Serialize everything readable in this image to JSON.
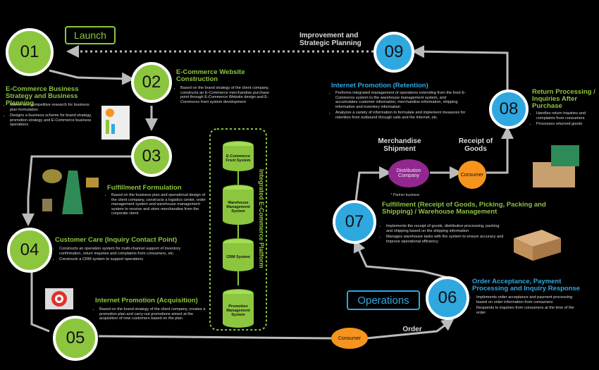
{
  "labels": {
    "launch": "Launch",
    "operations": "Operations",
    "improvement": "Improvement and Strategic Planning",
    "integrated": "Integrated E-Commerce Platform",
    "order": "Order",
    "merch_shipment": "Merchandise Shipment",
    "receipt": "Receipt of Goods",
    "partner": "* Partner business"
  },
  "nodes": {
    "n01": "01",
    "n02": "02",
    "n03": "03",
    "n04": "04",
    "n05": "05",
    "n06": "06",
    "n07": "07",
    "n08": "08",
    "n09": "09"
  },
  "pills": {
    "consumer_a": "Consumer",
    "consumer_b": "Consumer",
    "distribution": "Distribution Company"
  },
  "platform": {
    "s1": "E-Commerce Front System",
    "s2": "Warehouse Management System",
    "s3": "CRM System",
    "s4": "Promotion Management System"
  },
  "steps": {
    "s01": {
      "title": "E-Commerce Business Strategy and Business Planning",
      "b1": "Market and competitive research for business plan formulation",
      "b2": "Designs a business scheme for brand strategy, promotion strategy and E-Commerce business operations"
    },
    "s02": {
      "title": "E-Commerce Website Construction",
      "b1": "Based on the brand strategy of the client company, constructs an E-Commerce merchandise purchase point through E-Commerce Website design and E-Commerce front system development"
    },
    "s03": {
      "title": "Fulfillment Formulation",
      "b1": "Based on the business plan and operational design of the client company, constructs a logistics center, order management system and warehouse management system to receive and store merchandise from the corporate client"
    },
    "s04": {
      "title": "Customer Care (Inquiry Contact Point)",
      "b1": "Constructs an operation system for multi-channel support of inventory confirmation, return inquiries and complaints from consumers, etc.",
      "b2": "Constructs a CRM system to support operations"
    },
    "s05": {
      "title": "Internet Promotion (Acquisition)",
      "b1": "Based on the brand strategy of the client company, creates a promotion plan and carry-out promotions aimed at the acquisition of new customers based on the plan"
    },
    "s06": {
      "title": "Order Acceptance, Payment Processing and Inquiry Response",
      "b1": "Implements order acceptance and payment processing based on order information from consumers",
      "b2": "Responds to inquiries from consumers at the time of the order"
    },
    "s07": {
      "title": "Fulfillment (Receipt of Goods, Picking, Packing and Shipping) / Warehouse Management",
      "b1": "Implements the receipt of goods, distributive processing, packing and shipping based on the shipping information",
      "b2": "Manages warehouse tasks with the system to ensure accuracy and improve operational efficiency"
    },
    "s08": {
      "title": "Return Processing / Inquiries After Purchase",
      "b1": "Handles return inquiries and complaints from consumers",
      "b2": "Processes returned goods"
    },
    "s09": {
      "title": "Internet Promotion (Retention)",
      "b1": "Performs integrated management of operations extending from the front E-Commerce system to the warehouse management system, and accumulates customer information, merchandise information, shipping information and inventory information",
      "b2": "Analyzes a variety of information to formulate and implement measures for retention from outbound through calls and the Internet, etc."
    }
  },
  "colors": {
    "green": "#8cc63f",
    "blue": "#2fa8e0",
    "orange": "#f7941d",
    "purple": "#92278f"
  }
}
